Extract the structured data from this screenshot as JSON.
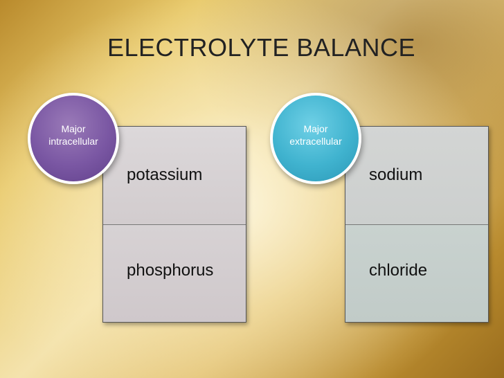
{
  "slide": {
    "title": "ELECTROLYTE BALANCE"
  },
  "intracellular": {
    "circle_line1": "Major",
    "circle_line2": "intracellular",
    "items": [
      "potassium",
      "phosphorus"
    ]
  },
  "extracellular": {
    "circle_line1": "Major",
    "circle_line2": "extracellular",
    "items": [
      "sodium",
      "chloride"
    ]
  },
  "colors": {
    "intracellular_circle": "#7a57a3",
    "extracellular_circle": "#40b3cf"
  }
}
